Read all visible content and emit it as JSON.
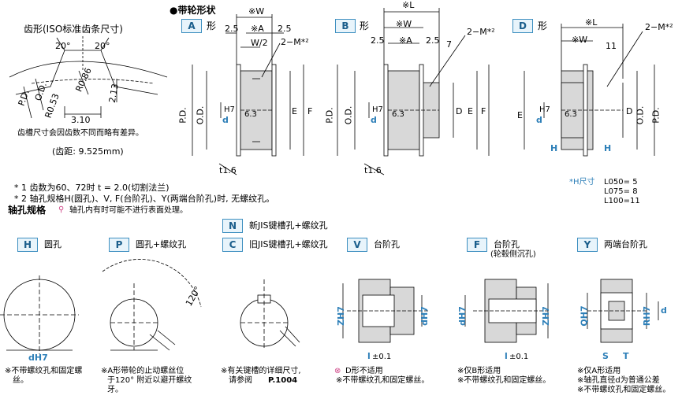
{
  "tooth_profile": {
    "title": "齿形(ISO标准齿条尺寸)",
    "angle_left": "20°",
    "angle_right": "20°",
    "dim_od": "O.D.",
    "dim_pd": "P.D.",
    "dim_r053": "R0.53",
    "dim_r086": "R0.86",
    "dim_213": "2.13",
    "dim_310": "3.10",
    "note": "齿槽尺寸会因齿数不同而略有差异。",
    "pitch": "(齿距: 9.525mm)"
  },
  "pulley_shape": {
    "title": "●带轮形状",
    "shape_suffix": "形",
    "A": {
      "badge": "A",
      "w": "※W",
      "a": "※A",
      "w2": "W/2",
      "d25l": "2.5",
      "d25r": "2.5",
      "m": "2−M*²",
      "pd": "P.D.",
      "od": "O.D.",
      "d": "d",
      "h7": "H7",
      "e": "E",
      "f": "F",
      "t": "t1.6",
      "rough": "6.3"
    },
    "B": {
      "badge": "B",
      "l": "※L",
      "w": "※W",
      "a": "※A",
      "d25l": "2.5",
      "d25r": "2.5",
      "d7": "7",
      "m": "2−M*²",
      "pd": "P.D.",
      "od": "O.D.",
      "d": "d",
      "h7": "H7",
      "dD": "D",
      "e": "E",
      "f": "F",
      "t": "t1.6",
      "rough": "6.3"
    },
    "D": {
      "badge": "D",
      "l": "※L",
      "w": "※W",
      "d11": "11",
      "m": "2−M*²",
      "e": "E",
      "d": "d",
      "h7": "H7",
      "dD": "D",
      "od": "O.D.",
      "pd": "P.D.",
      "h": "H",
      "rough": "6.3"
    },
    "h_size": {
      "label": "*H尺寸",
      "rows": [
        "L050= 5",
        "L075= 8",
        "L100=11"
      ]
    }
  },
  "footnotes": {
    "n1": "* 1 齿数为60、72时 t = 2.0(切割法兰)",
    "n2": "* 2 轴孔规格H(圆孔)、V, F(台阶孔)、Y(两端台阶孔)时, 无螺纹孔。"
  },
  "bore_spec": {
    "title": "轴孔规格",
    "note": "轴孔内有时可能不进行表面处理。",
    "N": {
      "badge": "N",
      "label": "新JIS键槽孔+螺纹孔"
    },
    "H": {
      "badge": "H",
      "label": "圆孔",
      "dim": "dH7",
      "note1": "※不带螺纹孔和固定螺",
      "note2": "丝。"
    },
    "P": {
      "badge": "P",
      "label": "圆孔+螺纹孔",
      "angle": "120°",
      "note1": "※A形带轮的止动螺丝位",
      "note2": "于120° 附近以避开螺纹",
      "note3": "牙。"
    },
    "C": {
      "badge": "C",
      "label": "旧JIS键槽孔+螺纹孔",
      "note1": "※有关键槽的详细尺寸,",
      "note2": "请参阅",
      "ref": "P.1004"
    },
    "V": {
      "badge": "V",
      "label": "台阶孔",
      "z": "ZH7",
      "d": "dH7",
      "l": "l",
      "tol": "±0.1",
      "note1": "D形不适用",
      "note2": "※不带螺纹孔和固定螺丝。"
    },
    "F": {
      "badge": "F",
      "label": "台阶孔",
      "sub": "(轮毂侧沉孔)",
      "d": "dH7",
      "z": "ZH7",
      "l": "l",
      "tol": "±0.1",
      "note1": "※仅B形适用",
      "note2": "※不带螺纹孔和固定螺丝。"
    },
    "Y": {
      "badge": "Y",
      "label": "两端台阶孔",
      "q": "QH7",
      "r": "RH7",
      "d": "d",
      "s": "S",
      "tt": "T",
      "note1": "※仅A形适用",
      "note2": "※轴孔直径d为普通公差",
      "note3": "※不带螺纹孔和固定螺丝。"
    }
  }
}
